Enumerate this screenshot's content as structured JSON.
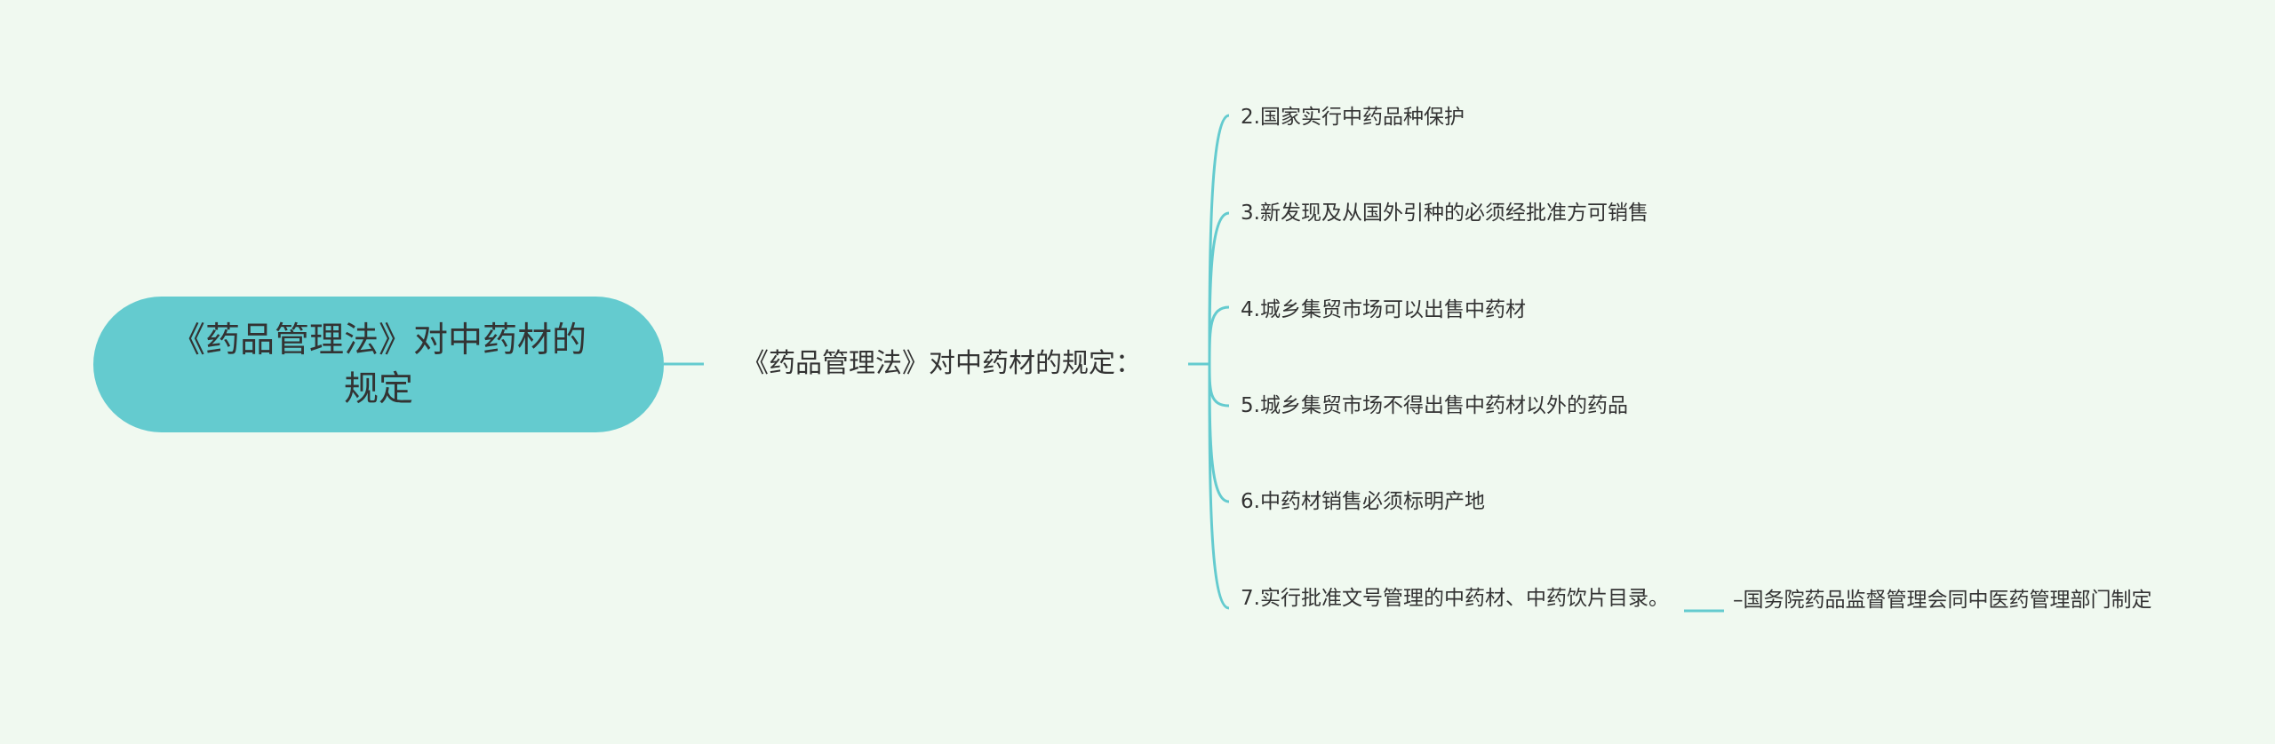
{
  "mindmap": {
    "root": {
      "label": "《药品管理法》对中药材的规定"
    },
    "subtopic": {
      "label": "《药品管理法》对中药材的规定："
    },
    "items": [
      {
        "label": "2.国家实行中药品种保护"
      },
      {
        "label": "3.新发现及从国外引种的必须经批准方可销售"
      },
      {
        "label": "4.城乡集贸市场可以出售中药材"
      },
      {
        "label": "5.城乡集贸市场不得出售中药材以外的药品"
      },
      {
        "label": "6.中药材销售必须标明产地"
      },
      {
        "label": "7.实行批准文号管理的中药材、中药饮片目录。",
        "child": {
          "label": "–国务院药品监督管理会同中医药管理部门制定"
        }
      }
    ],
    "colors": {
      "background": "#f0f9f0",
      "root_fill": "#64cbcf",
      "connector": "#64cbcf",
      "text": "#333333"
    }
  }
}
